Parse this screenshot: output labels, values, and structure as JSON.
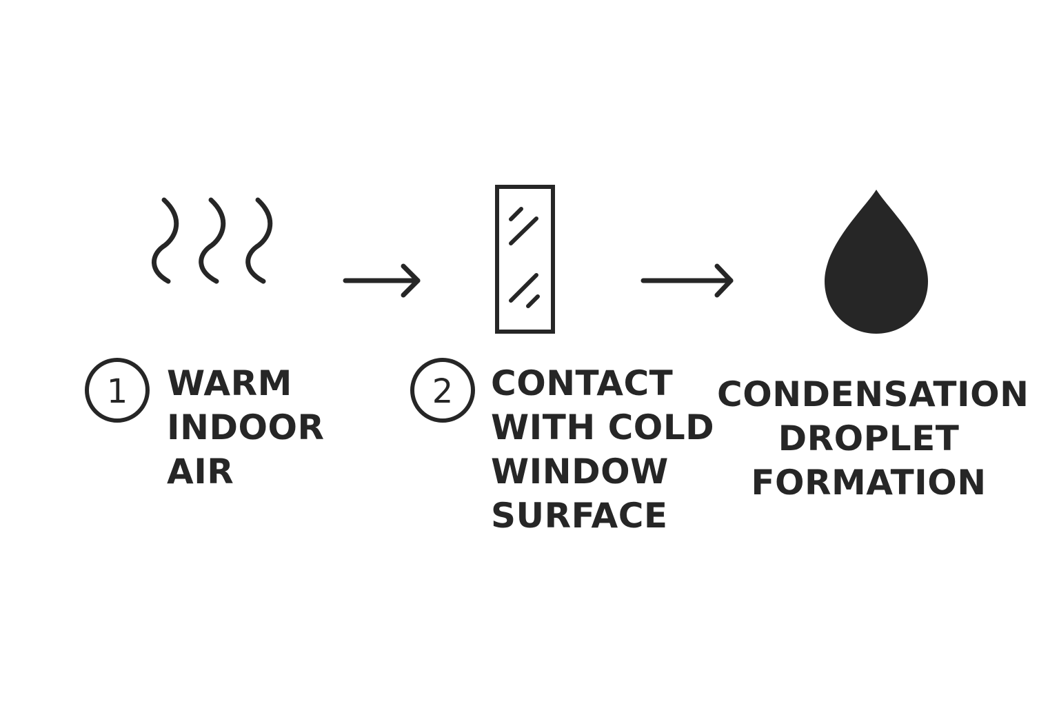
{
  "steps": [
    {
      "number": "1",
      "lines": [
        "WARM",
        "INDOOR",
        "AIR"
      ],
      "icon": "warm-air-wave-icon"
    },
    {
      "number": "2",
      "lines": [
        "CONTACT",
        "WITH COLD",
        "WINDOW",
        "SURFACE"
      ],
      "icon": "window-pane-icon"
    },
    {
      "lines": [
        "CONDENSATION",
        "DROPLET",
        "FORMATION"
      ],
      "icon": "water-droplet-icon"
    }
  ],
  "connectors": [
    "arrow-right-icon",
    "arrow-right-icon"
  ],
  "colors": {
    "ink": "#262626",
    "background": "#ffffff"
  }
}
